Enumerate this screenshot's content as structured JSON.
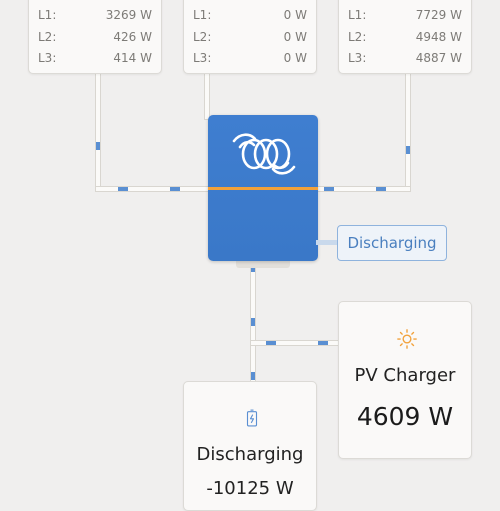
{
  "phase_cards": [
    {
      "rows": [
        {
          "phase": "L1:",
          "value": "3269 W"
        },
        {
          "phase": "L2:",
          "value": "426 W"
        },
        {
          "phase": "L3:",
          "value": "414 W"
        }
      ]
    },
    {
      "rows": [
        {
          "phase": "L1:",
          "value": "0 W"
        },
        {
          "phase": "L2:",
          "value": "0 W"
        },
        {
          "phase": "L3:",
          "value": "0 W"
        }
      ]
    },
    {
      "rows": [
        {
          "phase": "L1:",
          "value": "7729 W"
        },
        {
          "phase": "L2:",
          "value": "4948 W"
        },
        {
          "phase": "L3:",
          "value": "4887 W"
        }
      ]
    }
  ],
  "inverter": {
    "logo_icon": "victron-logo-icon",
    "accent_color": "#3d7bcb",
    "stripe_color": "#f2a13a",
    "status_label": "Discharging"
  },
  "pv_charger": {
    "icon": "sun-icon",
    "label": "PV Charger",
    "value": "4609 W"
  },
  "battery": {
    "icon": "battery-charging-icon",
    "label": "Discharging",
    "value": "-10125 W"
  },
  "colors": {
    "background": "#f0efee",
    "flow_dot": "#5a8fd2",
    "sun": "#f2a13a"
  }
}
